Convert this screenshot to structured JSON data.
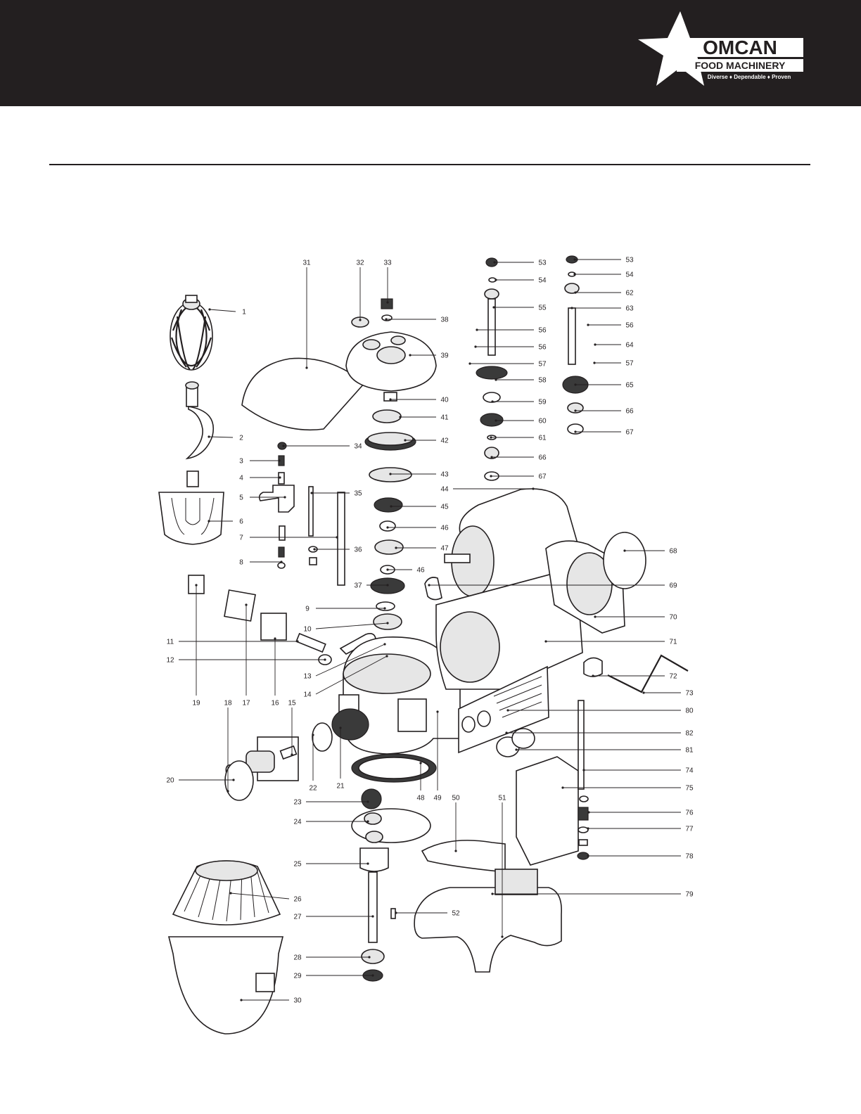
{
  "brand": {
    "name": "OMCAN",
    "subtitle": "FOOD MACHINERY",
    "tagline": "Diverse ♦ Dependable ♦ Proven",
    "header_color": "#231f20"
  },
  "callouts": [
    {
      "n": "1",
      "label": [
        347,
        443
      ],
      "target": [
        298,
        440
      ]
    },
    {
      "n": "2",
      "label": [
        343,
        622
      ],
      "target": [
        297,
        621
      ]
    },
    {
      "n": "3",
      "label": [
        343,
        655
      ],
      "target": [
        397,
        655
      ]
    },
    {
      "n": "4",
      "label": [
        343,
        679
      ],
      "target": [
        398,
        679
      ]
    },
    {
      "n": "5",
      "label": [
        343,
        707
      ],
      "target": [
        405,
        707
      ]
    },
    {
      "n": "6",
      "label": [
        343,
        741
      ],
      "target": [
        297,
        741
      ]
    },
    {
      "n": "7",
      "label": [
        343,
        764
      ],
      "target": [
        479,
        764
      ]
    },
    {
      "n": "8",
      "label": [
        343,
        799
      ],
      "target": [
        400,
        799
      ]
    },
    {
      "n": "9",
      "label": [
        437,
        865
      ],
      "target": [
        547,
        865
      ]
    },
    {
      "n": "10",
      "label": [
        437,
        894
      ],
      "target": [
        551,
        886
      ]
    },
    {
      "n": "11",
      "label": [
        242,
        912
      ],
      "target": [
        423,
        912
      ]
    },
    {
      "n": "12",
      "label": [
        242,
        938
      ],
      "target": [
        462,
        938
      ]
    },
    {
      "n": "13",
      "label": [
        437,
        961
      ],
      "target": [
        547,
        916
      ]
    },
    {
      "n": "14",
      "label": [
        437,
        987
      ],
      "target": [
        550,
        933
      ]
    },
    {
      "n": "15",
      "label": [
        415,
        999
      ],
      "target": [
        415,
        1073
      ]
    },
    {
      "n": "16",
      "label": [
        391,
        999
      ],
      "target": [
        391,
        908
      ]
    },
    {
      "n": "17",
      "label": [
        350,
        999
      ],
      "target": [
        350,
        860
      ]
    },
    {
      "n": "18",
      "label": [
        324,
        999
      ],
      "target": [
        324,
        1125
      ]
    },
    {
      "n": "19",
      "label": [
        279,
        999
      ],
      "target": [
        279,
        832
      ]
    },
    {
      "n": "20",
      "label": [
        242,
        1109
      ],
      "target": [
        332,
        1109
      ]
    },
    {
      "n": "21",
      "label": [
        484,
        1117
      ],
      "target": [
        484,
        1035
      ]
    },
    {
      "n": "22",
      "label": [
        445,
        1120
      ],
      "target": [
        445,
        1045
      ]
    },
    {
      "n": "23",
      "label": [
        423,
        1140
      ],
      "target": [
        523,
        1140
      ]
    },
    {
      "n": "24",
      "label": [
        423,
        1168
      ],
      "target": [
        523,
        1168
      ]
    },
    {
      "n": "25",
      "label": [
        423,
        1228
      ],
      "target": [
        523,
        1228
      ]
    },
    {
      "n": "26",
      "label": [
        423,
        1278
      ],
      "target": [
        328,
        1270
      ]
    },
    {
      "n": "27",
      "label": [
        423,
        1303
      ],
      "target": [
        530,
        1303
      ]
    },
    {
      "n": "28",
      "label": [
        423,
        1361
      ],
      "target": [
        525,
        1361
      ]
    },
    {
      "n": "29",
      "label": [
        423,
        1387
      ],
      "target": [
        530,
        1387
      ]
    },
    {
      "n": "30",
      "label": [
        423,
        1422
      ],
      "target": [
        343,
        1422
      ]
    },
    {
      "n": "31",
      "label": [
        436,
        373
      ],
      "target": [
        436,
        523
      ]
    },
    {
      "n": "32",
      "label": [
        512,
        373
      ],
      "target": [
        512,
        455
      ]
    },
    {
      "n": "33",
      "label": [
        551,
        373
      ],
      "target": [
        551,
        430
      ]
    },
    {
      "n": "34",
      "label": [
        509,
        634
      ],
      "target": [
        403,
        634
      ]
    },
    {
      "n": "35",
      "label": [
        509,
        701
      ],
      "target": [
        443,
        701
      ]
    },
    {
      "n": "36",
      "label": [
        509,
        781
      ],
      "target": [
        447,
        781
      ]
    },
    {
      "n": "37",
      "label": [
        509,
        832
      ],
      "target": [
        551,
        832
      ]
    },
    {
      "n": "38",
      "label": [
        632,
        454
      ],
      "target": [
        549,
        454
      ]
    },
    {
      "n": "39",
      "label": [
        632,
        505
      ],
      "target": [
        583,
        505
      ]
    },
    {
      "n": "40",
      "label": [
        632,
        568
      ],
      "target": [
        555,
        568
      ]
    },
    {
      "n": "41",
      "label": [
        632,
        593
      ],
      "target": [
        569,
        593
      ]
    },
    {
      "n": "42",
      "label": [
        632,
        626
      ],
      "target": [
        576,
        626
      ]
    },
    {
      "n": "43",
      "label": [
        632,
        674
      ],
      "target": [
        555,
        674
      ]
    },
    {
      "n": "44",
      "label": [
        632,
        695
      ],
      "target": [
        758,
        695
      ]
    },
    {
      "n": "45",
      "label": [
        632,
        720
      ],
      "target": [
        556,
        720
      ]
    },
    {
      "n": "46",
      "label": [
        632,
        750
      ],
      "target": [
        551,
        750
      ]
    },
    {
      "n": "47",
      "label": [
        632,
        779
      ],
      "target": [
        563,
        779
      ]
    },
    {
      "n": "46",
      "label": [
        598,
        810
      ],
      "target": [
        551,
        810
      ]
    },
    {
      "n": "48",
      "label": [
        598,
        1134
      ],
      "target": [
        598,
        1085
      ]
    },
    {
      "n": "49",
      "label": [
        622,
        1134
      ],
      "target": [
        622,
        1012
      ]
    },
    {
      "n": "50",
      "label": [
        648,
        1134
      ],
      "target": [
        648,
        1210
      ]
    },
    {
      "n": "51",
      "label": [
        714,
        1134
      ],
      "target": [
        714,
        1332
      ]
    },
    {
      "n": "52",
      "label": [
        648,
        1298
      ],
      "target": [
        563,
        1298
      ]
    },
    {
      "n": "53",
      "label": [
        771,
        373
      ],
      "target": [
        703,
        373
      ]
    },
    {
      "n": "54",
      "label": [
        771,
        398
      ],
      "target": [
        705,
        398
      ]
    },
    {
      "n": "55",
      "label": [
        771,
        437
      ],
      "target": [
        702,
        437
      ]
    },
    {
      "n": "56",
      "label": [
        771,
        469
      ],
      "target": [
        678,
        469
      ]
    },
    {
      "n": "56",
      "label": [
        771,
        493
      ],
      "target": [
        676,
        493
      ]
    },
    {
      "n": "57",
      "label": [
        771,
        517
      ],
      "target": [
        668,
        517
      ]
    },
    {
      "n": "58",
      "label": [
        771,
        540
      ],
      "target": [
        705,
        540
      ]
    },
    {
      "n": "59",
      "label": [
        771,
        571
      ],
      "target": [
        700,
        571
      ]
    },
    {
      "n": "60",
      "label": [
        771,
        598
      ],
      "target": [
        705,
        598
      ]
    },
    {
      "n": "61",
      "label": [
        771,
        622
      ],
      "target": [
        698,
        622
      ]
    },
    {
      "n": "66",
      "label": [
        771,
        650
      ],
      "target": [
        699,
        650
      ]
    },
    {
      "n": "67",
      "label": [
        771,
        677
      ],
      "target": [
        698,
        677
      ]
    },
    {
      "n": "53",
      "label": [
        895,
        369
      ],
      "target": [
        817,
        369
      ]
    },
    {
      "n": "54",
      "label": [
        895,
        390
      ],
      "target": [
        817,
        390
      ]
    },
    {
      "n": "62",
      "label": [
        895,
        416
      ],
      "target": [
        818,
        416
      ]
    },
    {
      "n": "63",
      "label": [
        895,
        438
      ],
      "target": [
        813,
        438
      ]
    },
    {
      "n": "56",
      "label": [
        895,
        462
      ],
      "target": [
        836,
        462
      ]
    },
    {
      "n": "64",
      "label": [
        895,
        490
      ],
      "target": [
        846,
        490
      ]
    },
    {
      "n": "57",
      "label": [
        895,
        516
      ],
      "target": [
        845,
        516
      ]
    },
    {
      "n": "65",
      "label": [
        895,
        547
      ],
      "target": [
        818,
        547
      ]
    },
    {
      "n": "66",
      "label": [
        895,
        584
      ],
      "target": [
        818,
        584
      ]
    },
    {
      "n": "67",
      "label": [
        895,
        614
      ],
      "target": [
        818,
        614
      ]
    },
    {
      "n": "68",
      "label": [
        957,
        783
      ],
      "target": [
        888,
        783
      ]
    },
    {
      "n": "69",
      "label": [
        957,
        832
      ],
      "target": [
        610,
        832
      ]
    },
    {
      "n": "70",
      "label": [
        957,
        877
      ],
      "target": [
        846,
        877
      ]
    },
    {
      "n": "71",
      "label": [
        957,
        912
      ],
      "target": [
        776,
        912
      ]
    },
    {
      "n": "72",
      "label": [
        957,
        961
      ],
      "target": [
        843,
        961
      ]
    },
    {
      "n": "73",
      "label": [
        980,
        985
      ],
      "target": [
        915,
        985
      ]
    },
    {
      "n": "80",
      "label": [
        980,
        1010
      ],
      "target": [
        722,
        1010
      ]
    },
    {
      "n": "82",
      "label": [
        980,
        1042
      ],
      "target": [
        720,
        1042
      ]
    },
    {
      "n": "81",
      "label": [
        980,
        1066
      ],
      "target": [
        734,
        1066
      ]
    },
    {
      "n": "74",
      "label": [
        980,
        1095
      ],
      "target": [
        830,
        1095
      ]
    },
    {
      "n": "75",
      "label": [
        980,
        1120
      ],
      "target": [
        800,
        1120
      ]
    },
    {
      "n": "76",
      "label": [
        980,
        1155
      ],
      "target": [
        837,
        1155
      ]
    },
    {
      "n": "77",
      "label": [
        980,
        1178
      ],
      "target": [
        836,
        1178
      ]
    },
    {
      "n": "78",
      "label": [
        980,
        1217
      ],
      "target": [
        836,
        1217
      ]
    },
    {
      "n": "79",
      "label": [
        980,
        1271
      ],
      "target": [
        700,
        1271
      ]
    }
  ]
}
